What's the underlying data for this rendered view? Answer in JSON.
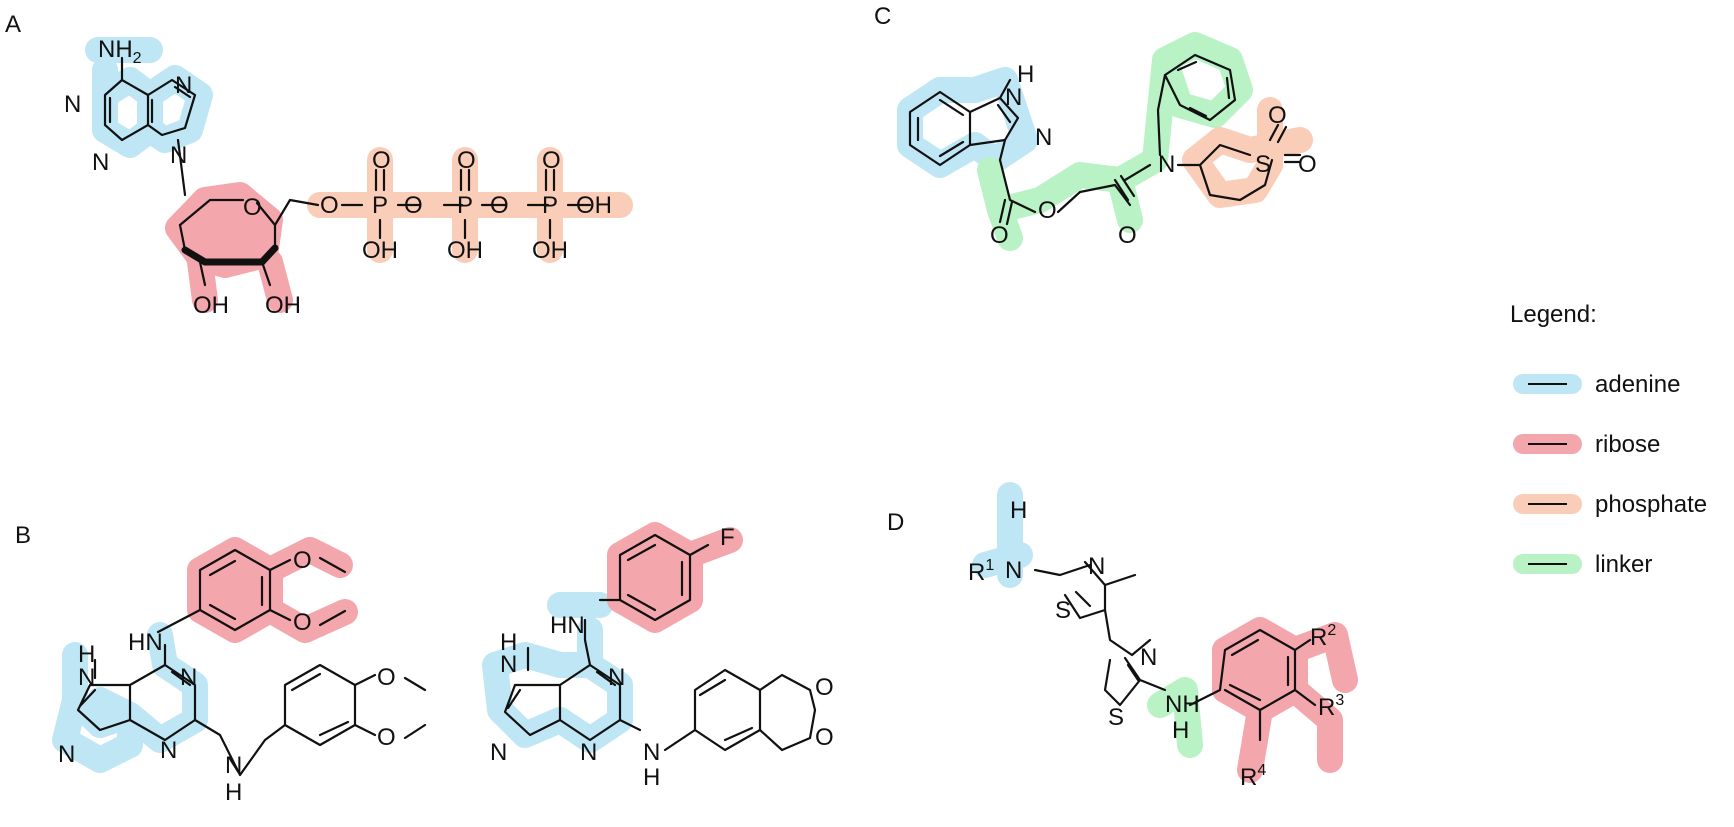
{
  "panels": {
    "A": "A",
    "B": "B",
    "C": "C",
    "D": "D"
  },
  "legend": {
    "title": "Legend:",
    "items": [
      {
        "key": "adenine",
        "label": "adenine",
        "color": "#bfe6f5"
      },
      {
        "key": "ribose",
        "label": "ribose",
        "color": "#f4a6ad"
      },
      {
        "key": "phosphate",
        "label": "phosphate",
        "color": "#f9cdb8"
      },
      {
        "key": "linker",
        "label": "linker",
        "color": "#b9f2c4"
      }
    ]
  },
  "atoms": {
    "N": "N",
    "NH": "NH",
    "HN": "HN",
    "H": "H",
    "NH2": "NH",
    "two": "2",
    "O": "O",
    "OH": "OH",
    "P": "P",
    "S": "S",
    "F": "F",
    "R": "R",
    "r1": "1",
    "r2": "2",
    "r3": "3",
    "r4": "4"
  }
}
